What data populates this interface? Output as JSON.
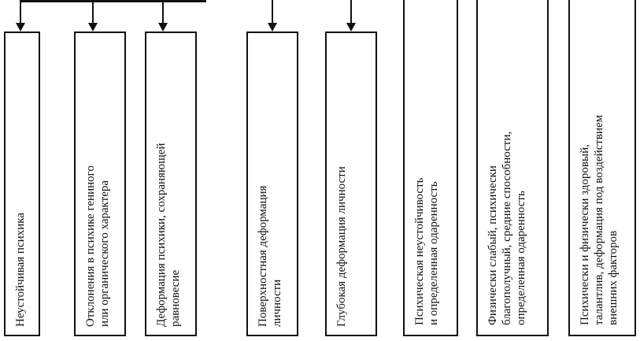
{
  "boxes": [
    {
      "lines": [
        "Неустойчивая психика"
      ]
    },
    {
      "lines": [
        "Отклонения в психике гениного",
        "или органического характера"
      ]
    },
    {
      "lines": [
        "Деформация психики, сохраняющей",
        "равновесие"
      ]
    },
    {
      "lines": [
        "Поверхностная деформация",
        "личности"
      ]
    },
    {
      "lines": [
        "Глубокая деформация личности"
      ]
    },
    {
      "lines": [
        "Психическая неустойчивость",
        "и определенная одаренность"
      ]
    },
    {
      "lines": [
        "Физически слабый, психически",
        "благополучный, средние способности,",
        "определенная одаренность"
      ]
    },
    {
      "lines": [
        "Психически и физически здоровый,",
        "талантлив, деформация под воздействием",
        "внешних факторов"
      ]
    }
  ]
}
